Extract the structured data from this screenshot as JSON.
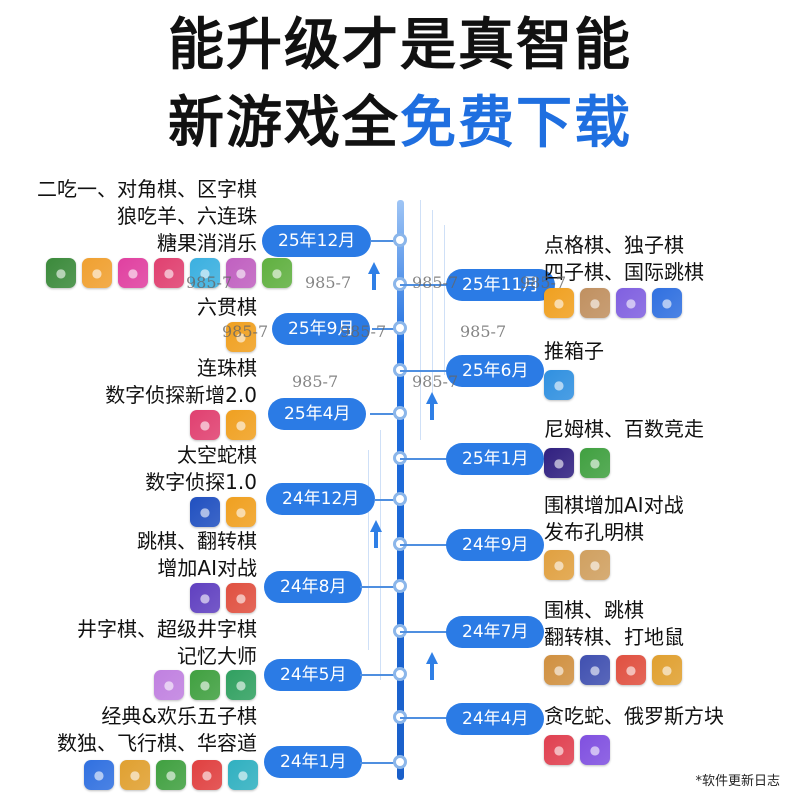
{
  "title": {
    "line1": "能升级才是真智能",
    "line2_black": "新游戏全",
    "line2_blue": "免费下载"
  },
  "footnote": "*软件更新日志",
  "watermark": "985-7",
  "left_entries": [
    {
      "date": "25年12月",
      "lines": [
        "二吃一、对角棋、区字棋",
        "狼吃羊、六连珠",
        "糖果消消乐"
      ],
      "icons": [
        "#3b8a3b",
        "#f0a030",
        "#e040a0",
        "#e04070",
        "#3bb0e0",
        "#c060c0",
        "#60b040"
      ]
    },
    {
      "date": "25年9月",
      "lines": [
        "六贯棋"
      ],
      "icons": [
        "#f0a020"
      ]
    },
    {
      "date": "25年4月",
      "lines": [
        "连珠棋",
        "数字侦探新增2.0"
      ],
      "icons": [
        "#e04070",
        "#f0a020"
      ]
    },
    {
      "date": "24年12月",
      "lines": [
        "太空蛇棋",
        "数字侦探1.0"
      ],
      "icons": [
        "#2050c0",
        "#f0a020"
      ]
    },
    {
      "date": "24年8月",
      "lines": [
        "跳棋、翻转棋",
        "增加AI对战"
      ],
      "icons": [
        "#6040c0",
        "#e05040"
      ]
    },
    {
      "date": "24年5月",
      "lines": [
        "井字棋、超级井字棋",
        "记忆大师"
      ],
      "icons": [
        "#c080e0",
        "#40a040",
        "#30a060"
      ]
    },
    {
      "date": "24年1月",
      "lines": [
        "经典&欢乐五子棋",
        "数独、飞行棋、华容道"
      ],
      "icons": [
        "#3070e0",
        "#e0a030",
        "#40a040",
        "#e04040",
        "#30b0c0"
      ]
    }
  ],
  "right_entries": [
    {
      "date": "25年11月",
      "lines": [
        "点格棋、独子棋",
        "四子棋、国际跳棋"
      ],
      "icons": [
        "#f0a020",
        "#c09060",
        "#8060e0",
        "#3070e0"
      ]
    },
    {
      "date": "25年6月",
      "lines": [
        "推箱子"
      ],
      "icons": [
        "#3090e0"
      ]
    },
    {
      "date": "25年1月",
      "lines": [
        "尼姆棋、百数竞走"
      ],
      "icons": [
        "#302080",
        "#40a040"
      ]
    },
    {
      "date": "24年9月",
      "lines": [
        "围棋增加AI对战",
        "发布孔明棋"
      ],
      "icons": [
        "#e0a040",
        "#d0a060"
      ]
    },
    {
      "date": "24年7月",
      "lines": [
        "围棋、跳棋",
        "翻转棋、打地鼠"
      ],
      "icons": [
        "#d09040",
        "#4050b0",
        "#e05040",
        "#e0a030"
      ]
    },
    {
      "date": "24年4月",
      "lines": [
        "贪吃蛇、俄罗斯方块"
      ],
      "icons": [
        "#e04050",
        "#8050e0"
      ]
    }
  ]
}
